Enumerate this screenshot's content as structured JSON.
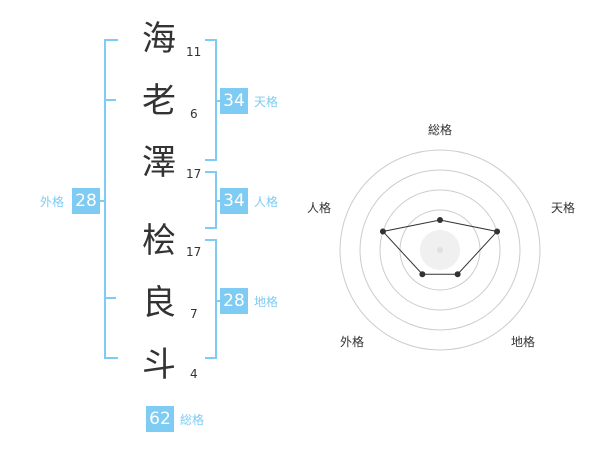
{
  "name": {
    "chars": [
      {
        "char": "海",
        "strokes": "11"
      },
      {
        "char": "老",
        "strokes": "6"
      },
      {
        "char": "澤",
        "strokes": "17"
      },
      {
        "char": "桧",
        "strokes": "17"
      },
      {
        "char": "良",
        "strokes": "7"
      },
      {
        "char": "斗",
        "strokes": "4"
      }
    ]
  },
  "fortunes": {
    "tenkaku": {
      "value": "34",
      "label": "天格"
    },
    "jinkaku": {
      "value": "34",
      "label": "人格"
    },
    "chikaku": {
      "value": "28",
      "label": "地格"
    },
    "gaikaku": {
      "value": "28",
      "label": "外格"
    },
    "soukaku": {
      "value": "62",
      "label": "総格"
    }
  },
  "radar": {
    "axis_labels": [
      "総格",
      "天格",
      "地格",
      "外格",
      "人格"
    ],
    "values": [
      0.3,
      0.6,
      0.3,
      0.3,
      0.6
    ],
    "colors": {
      "ring": "#cccccc",
      "polygon": "#333333",
      "center": "#e0e0e0"
    }
  },
  "colors": {
    "accent": "#7ecbf4",
    "text": "#333333"
  }
}
